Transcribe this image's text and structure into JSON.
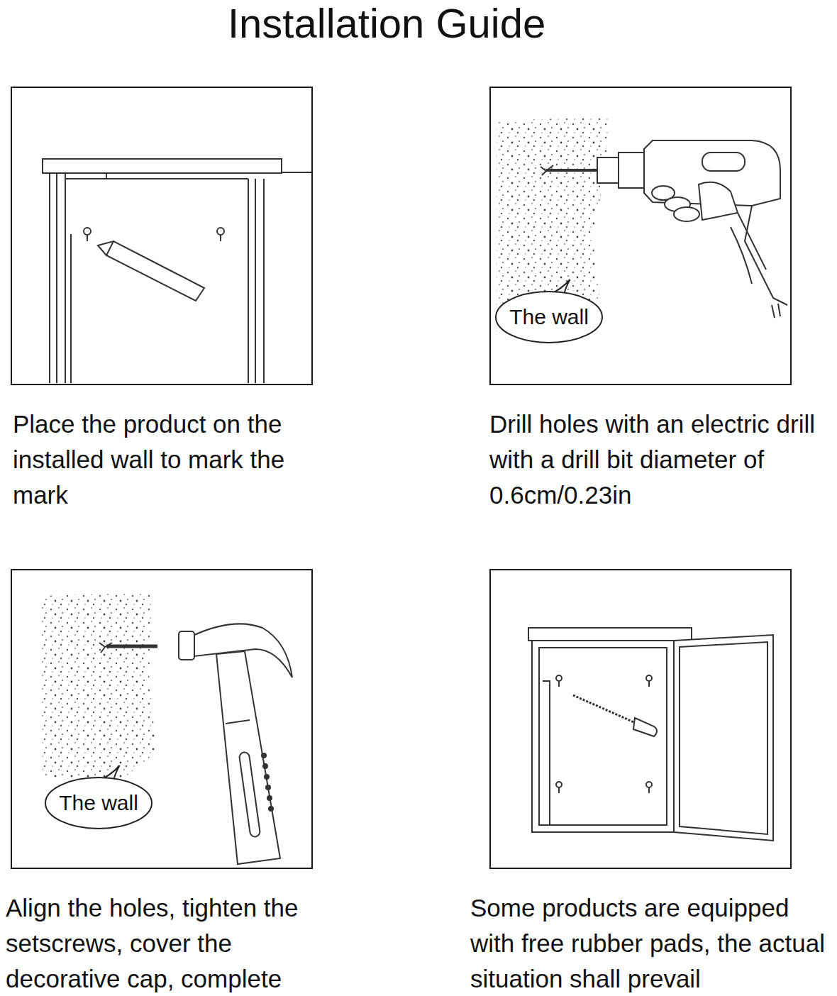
{
  "diagram": {
    "title": "Installation Guide",
    "nodes": [
      {
        "text": [
          "Place the product on the installed wall to mark the mark"
        ]
      },
      {
        "text": [
          "Drill holes with an electric drill with a drill bit diameter of 0.6cm/0.23in"
        ]
      },
      {
        "text": [
          "The wall"
        ],
        "in": 1
      },
      {
        "text": [
          "Align the holes, tighten the setscrews, cover the decorative cap, complete"
        ]
      },
      {
        "text": [
          "The wall"
        ],
        "in": 3
      },
      {
        "text": [
          "Some products are equipped with free rubber pads, the actual situation shall prevail"
        ]
      }
    ]
  }
}
